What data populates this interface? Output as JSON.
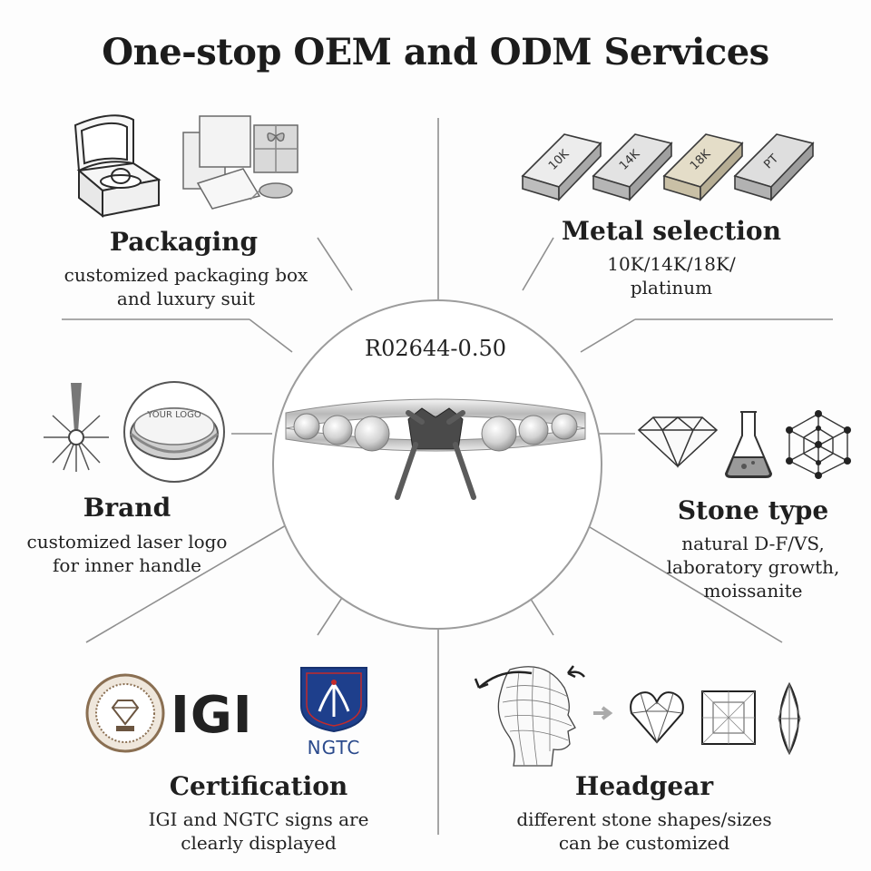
{
  "page": {
    "title": "One-stop OEM and ODM Services"
  },
  "center": {
    "model_code": "R02644-0.50"
  },
  "sections": {
    "packaging": {
      "title": "Packaging",
      "desc_line1": "customized packaging box",
      "desc_line2": "and luxury suit"
    },
    "metal": {
      "title": "Metal selection",
      "desc_line1": "10K/14K/18K/",
      "desc_line2": "platinum",
      "bars": [
        "10K",
        "14K",
        "18K",
        "PT"
      ]
    },
    "brand": {
      "title": "Brand",
      "desc_line1": "customized laser logo",
      "desc_line2": "for inner handle",
      "ring_engraving": "YOUR LOGO"
    },
    "stone": {
      "title": "Stone type",
      "desc_line1": "natural D-F/VS,",
      "desc_line2": "laboratory growth,",
      "desc_line3": "moissanite"
    },
    "certification": {
      "title": "Certification",
      "desc_line1": "IGI and NGTC signs are",
      "desc_line2": "clearly displayed",
      "igi_label": "IGI",
      "ngtc_label": "NGTC"
    },
    "headgear": {
      "title": "Headgear",
      "desc_line1": "different stone shapes/sizes",
      "desc_line2": "can be customized"
    }
  },
  "colors": {
    "line": "#8f8f8f",
    "text": "#1f1f1f",
    "ngtc_blue": "#1e3f8c",
    "ngtc_red": "#c42a2a",
    "seal_brown": "#8a6f52",
    "gold_bar": "#e4ddc8",
    "silver_bar": "#d9d9d9"
  },
  "icons": {
    "packaging": [
      "ring-box-icon",
      "gift-box-icon",
      "ribbon-roll-icon"
    ],
    "brand": [
      "laser-beam-icon",
      "engraved-band-icon"
    ],
    "stone": [
      "diamond-icon",
      "lab-flask-icon",
      "crystal-lattice-icon"
    ],
    "headgear": [
      "head-scan-icon",
      "heart-gem-icon",
      "princess-gem-icon",
      "marquise-gem-icon"
    ],
    "certification": [
      "igi-seal-icon",
      "ngtc-shield-icon"
    ]
  }
}
